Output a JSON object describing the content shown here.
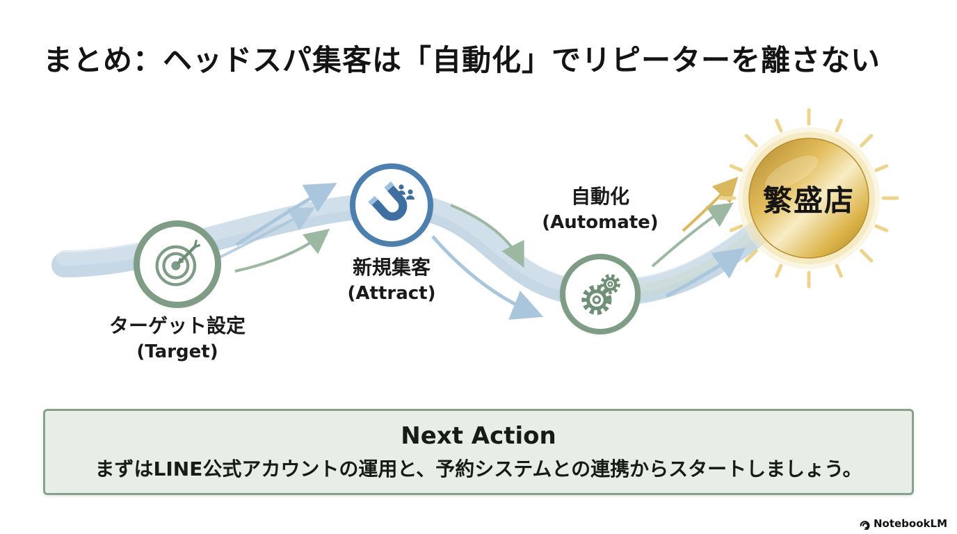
{
  "title": "まとめ：ヘッドスパ集客は「自動化」でリピーターを離さない",
  "flow": {
    "steps": [
      {
        "id": "target",
        "label_jp": "ターゲット設定",
        "label_en": "(Target)",
        "icon": "target-icon",
        "ring_color": "#7f9d86"
      },
      {
        "id": "attract",
        "label_jp": "新規集客",
        "label_en": "(Attract)",
        "icon": "magnet-icon",
        "ring_color": "#4d7fae"
      },
      {
        "id": "automate",
        "label_jp": "自動化",
        "label_en": "(Automate)",
        "icon": "gears-icon",
        "ring_color": "#7f9d86"
      },
      {
        "id": "goal",
        "label": "繁盛店",
        "icon": "sun-icon",
        "color": "#d8ab45"
      }
    ],
    "band_color": "#bcd0e0",
    "arrow_colors": {
      "green": "#9cb8a3",
      "blue": "#a9c6dc",
      "gold": "#d9b85e"
    }
  },
  "next_action": {
    "heading": "Next Action",
    "body": "まずはLINE公式アカウントの運用と、予約システムとの連携からスタートしましょう。"
  },
  "footer": {
    "brand": "NotebookLM"
  }
}
